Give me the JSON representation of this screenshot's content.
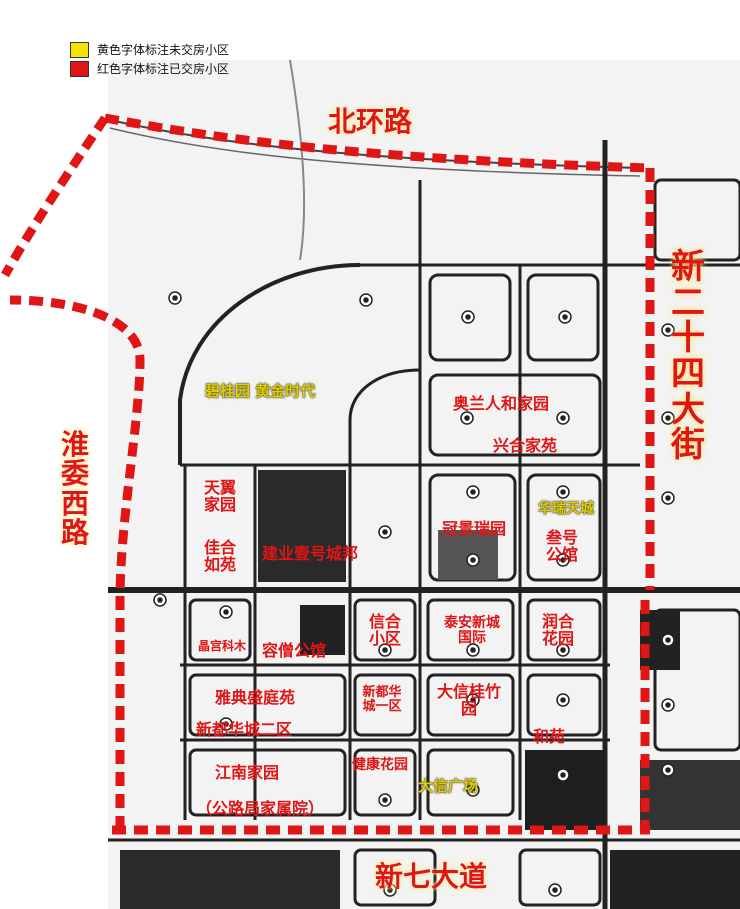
{
  "legend": {
    "items": [
      {
        "label": "黄色字体标注未交房小区",
        "color": "#f5e400"
      },
      {
        "label": "红色字体标注已交房小区",
        "color": "#e01515"
      }
    ]
  },
  "colors": {
    "boundary": "#e01515",
    "pending": "#e0d000",
    "delivered": "#e01515"
  },
  "roads": {
    "north": "北环路",
    "east": "新二十四大街",
    "west": "淮委西路",
    "south": "新七大道"
  },
  "map_marks": {
    "corner_text": "西",
    "east_block_text": "街"
  },
  "communities_pending": [
    {
      "name": "碧桂园 黄金时代"
    },
    {
      "name": "华瑞天城"
    },
    {
      "name": "大信广场"
    }
  ],
  "communities_delivered": [
    {
      "name": "奥兰人和家园"
    },
    {
      "name": "兴合家苑"
    },
    {
      "name": "天翼家园"
    },
    {
      "name": "佳合如苑"
    },
    {
      "name": "建业壹号城邦"
    },
    {
      "name": "冠景瑞园"
    },
    {
      "name": "叁号公馆"
    },
    {
      "name": "晶宫科木"
    },
    {
      "name": "容僧公馆"
    },
    {
      "name": "信合小区"
    },
    {
      "name": "泰安新城国际"
    },
    {
      "name": "润合花园"
    },
    {
      "name": "雅典盛庭苑"
    },
    {
      "name": "新都华城二区"
    },
    {
      "name": "新都华城一区"
    },
    {
      "name": "大信桂竹园"
    },
    {
      "name": "和苑"
    },
    {
      "name": "江南家园"
    },
    {
      "name": "（公路局家属院）"
    },
    {
      "name": "健康花园"
    }
  ]
}
